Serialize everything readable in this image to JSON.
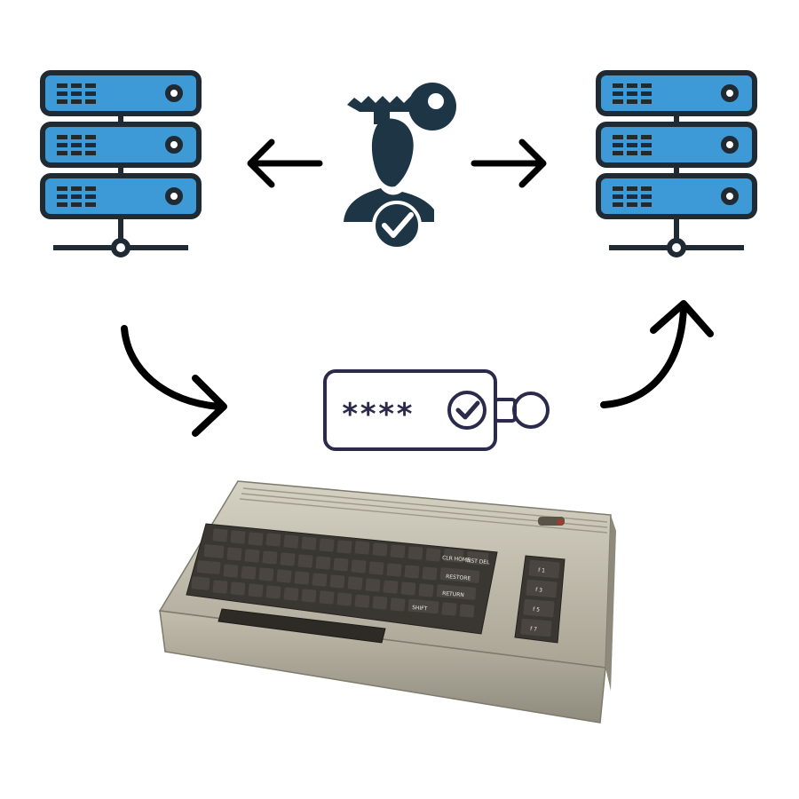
{
  "colors": {
    "server_fill": "#3e9ad6",
    "outline": "#1f2a33",
    "user_icon": "#1e3545",
    "token_outline": "#2b2a4a",
    "arrow": "#000000",
    "computer_body": "#c6c1b0",
    "computer_keys": "#3a3631"
  },
  "icons": {
    "left_server": "server-stack-icon",
    "right_server": "server-stack-icon",
    "user_key": "user-key-verified-icon",
    "password_token": "password-key-tag-icon",
    "computer": "retro-computer-keyboard"
  },
  "password_token": {
    "masked_text": "****"
  },
  "computer": {
    "keys": {
      "restore": "RESTORE",
      "return": "RETURN",
      "shift": "SHIFT",
      "clr_home": "CLR HOME",
      "inst_del": "INST DEL",
      "f1": "f 1",
      "f3": "f 3",
      "f5": "f 5",
      "f7": "f 7"
    }
  }
}
